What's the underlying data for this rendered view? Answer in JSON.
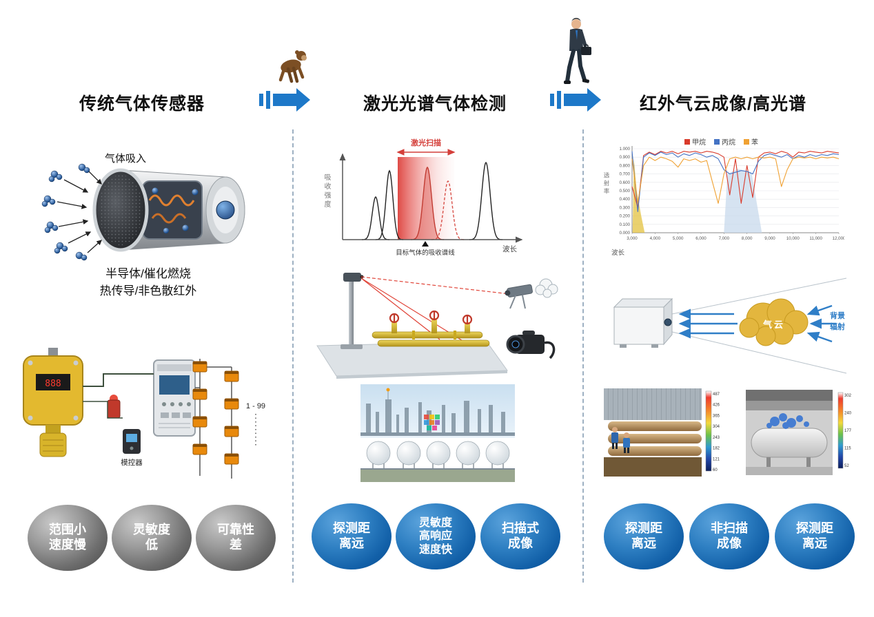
{
  "page": {
    "background": "#ffffff",
    "accent_blue": "#1d78c8"
  },
  "header": {
    "titles": [
      "传统气体传感器",
      "激光光谱气体检测",
      "红外气云成像/高光谱"
    ],
    "arrow_icons": [
      "chimpanzee",
      "walking-businessman"
    ]
  },
  "columns": {
    "traditional": {
      "intake_label": "气体吸入",
      "tech_line1": "半导体/催化燃烧",
      "tech_line2": "热传导/非色散红外",
      "detector_count_label": "1 - 99",
      "controller_label": "模控器",
      "badges": [
        {
          "lines": [
            "范围小",
            "速度慢"
          ],
          "color": "gray"
        },
        {
          "lines": [
            "灵敏度",
            "低"
          ],
          "color": "gray"
        },
        {
          "lines": [
            "可靠性",
            "差"
          ],
          "color": "gray"
        }
      ]
    },
    "laser": {
      "spectrum": {
        "scan_label": "激光扫描",
        "ylabel": "吸收强度",
        "xlabel": "波长",
        "annotation": "目标气体的吸收谱线"
      },
      "badges": [
        {
          "lines": [
            "探测距",
            "离远"
          ],
          "color": "blue"
        },
        {
          "lines": [
            "灵敏度",
            "高响应",
            "速度快"
          ],
          "color": "blue"
        },
        {
          "lines": [
            "扫描式",
            "成像"
          ],
          "color": "blue"
        }
      ]
    },
    "infrared": {
      "spectrum": {
        "legend": [
          {
            "label": "甲烷",
            "color": "#d93a2b"
          },
          {
            "label": "丙烷",
            "color": "#4472c4"
          },
          {
            "label": "苯",
            "color": "#f0a132"
          }
        ],
        "ylabel": "透射率",
        "xlabel": "波长",
        "yticks": [
          "1.000",
          "0.900",
          "0.800",
          "0.700",
          "0.600",
          "0.500",
          "0.400",
          "0.300",
          "0.200",
          "0.100",
          "0.000"
        ],
        "xticks": [
          "3,000",
          "4,000",
          "5,000",
          "6,000",
          "7,000",
          "8,000",
          "9,000",
          "10,000",
          "11,000",
          "12,000"
        ]
      },
      "cloud_scene": {
        "cloud_label": "气云",
        "radiation_label": [
          "背景",
          "辐射"
        ]
      },
      "thermal_left_scale": [
        "487",
        "426",
        "365",
        "304",
        "243",
        "182",
        "121",
        "60"
      ],
      "thermal_right_scale": [
        "302",
        "240",
        "177",
        "115",
        "52"
      ],
      "badges": [
        {
          "lines": [
            "探测距",
            "离远"
          ],
          "color": "blue"
        },
        {
          "lines": [
            "非扫描",
            "成像"
          ],
          "color": "blue"
        },
        {
          "lines": [
            "探测距",
            "离远"
          ],
          "color": "blue"
        }
      ]
    }
  },
  "chart_data": [
    {
      "type": "line",
      "name": "laser-absorption-spectrum",
      "title": "激光扫描",
      "xlabel": "波长",
      "ylabel": "吸收强度",
      "annotations": [
        "激光扫描",
        "目标气体的吸收谱线"
      ],
      "scan_band": {
        "from": 112,
        "to": 194
      },
      "peaks": [
        {
          "center": 80,
          "width": 5,
          "height": 62,
          "style": "solid-black"
        },
        {
          "center": 100,
          "width": 5,
          "height": 100,
          "style": "solid-black"
        },
        {
          "center": 155,
          "width": 6,
          "height": 105,
          "style": "solid-red-filled"
        },
        {
          "center": 185,
          "width": 6,
          "height": 85,
          "style": "dashed-red"
        },
        {
          "center": 240,
          "width": 6,
          "height": 112,
          "style": "solid-black"
        }
      ]
    },
    {
      "type": "line",
      "name": "infrared-transmission-spectrum",
      "xlabel": "波长",
      "ylabel": "透射率",
      "xlim": [
        3000,
        12000
      ],
      "ylim": [
        0,
        1
      ],
      "x_start": 3000,
      "x_step": 250,
      "series": [
        {
          "name": "甲烷",
          "color": "#d93a2b",
          "values": [
            0.55,
            0.3,
            0.92,
            0.96,
            0.93,
            0.97,
            0.95,
            0.97,
            0.94,
            0.97,
            0.96,
            0.97,
            0.95,
            0.97,
            0.96,
            0.94,
            0.9,
            0.45,
            0.88,
            0.35,
            0.8,
            0.42,
            0.9,
            0.95,
            0.96,
            0.94,
            0.97,
            0.95,
            0.9,
            0.96,
            0.95,
            0.97,
            0.96,
            0.95,
            0.97,
            0.96,
            0.95
          ]
        },
        {
          "name": "丙烷",
          "color": "#4472c4",
          "values": [
            0.97,
            0.25,
            0.9,
            0.95,
            0.92,
            0.96,
            0.93,
            0.95,
            0.9,
            0.94,
            0.92,
            0.95,
            0.93,
            0.9,
            0.92,
            0.88,
            0.75,
            0.7,
            0.72,
            0.74,
            0.73,
            0.7,
            0.85,
            0.92,
            0.94,
            0.92,
            0.9,
            0.93,
            0.88,
            0.92,
            0.9,
            0.93,
            0.91,
            0.93,
            0.92,
            0.94,
            0.93
          ]
        },
        {
          "name": "苯",
          "color": "#f0a132",
          "values": [
            0.88,
            0.35,
            0.8,
            0.9,
            0.86,
            0.9,
            0.88,
            0.85,
            0.78,
            0.88,
            0.86,
            0.88,
            0.84,
            0.86,
            0.6,
            0.35,
            0.7,
            0.88,
            0.9,
            0.88,
            0.9,
            0.88,
            0.9,
            0.89,
            0.9,
            0.88,
            0.55,
            0.75,
            0.88,
            0.9,
            0.89,
            0.9,
            0.88,
            0.9,
            0.89,
            0.9,
            0.88
          ]
        }
      ],
      "filled_regions": [
        {
          "color": "#c8d9ec",
          "points": [
            [
              7000,
              0
            ],
            [
              7150,
              0.7
            ],
            [
              7600,
              0.76
            ],
            [
              8200,
              0.72
            ],
            [
              8650,
              0
            ]
          ]
        },
        {
          "color": "#e3c23f",
          "points": [
            [
              3020,
              0
            ],
            [
              3080,
              0.88
            ],
            [
              3200,
              0.5
            ],
            [
              3400,
              0.2
            ],
            [
              3550,
              0
            ]
          ]
        }
      ]
    }
  ]
}
